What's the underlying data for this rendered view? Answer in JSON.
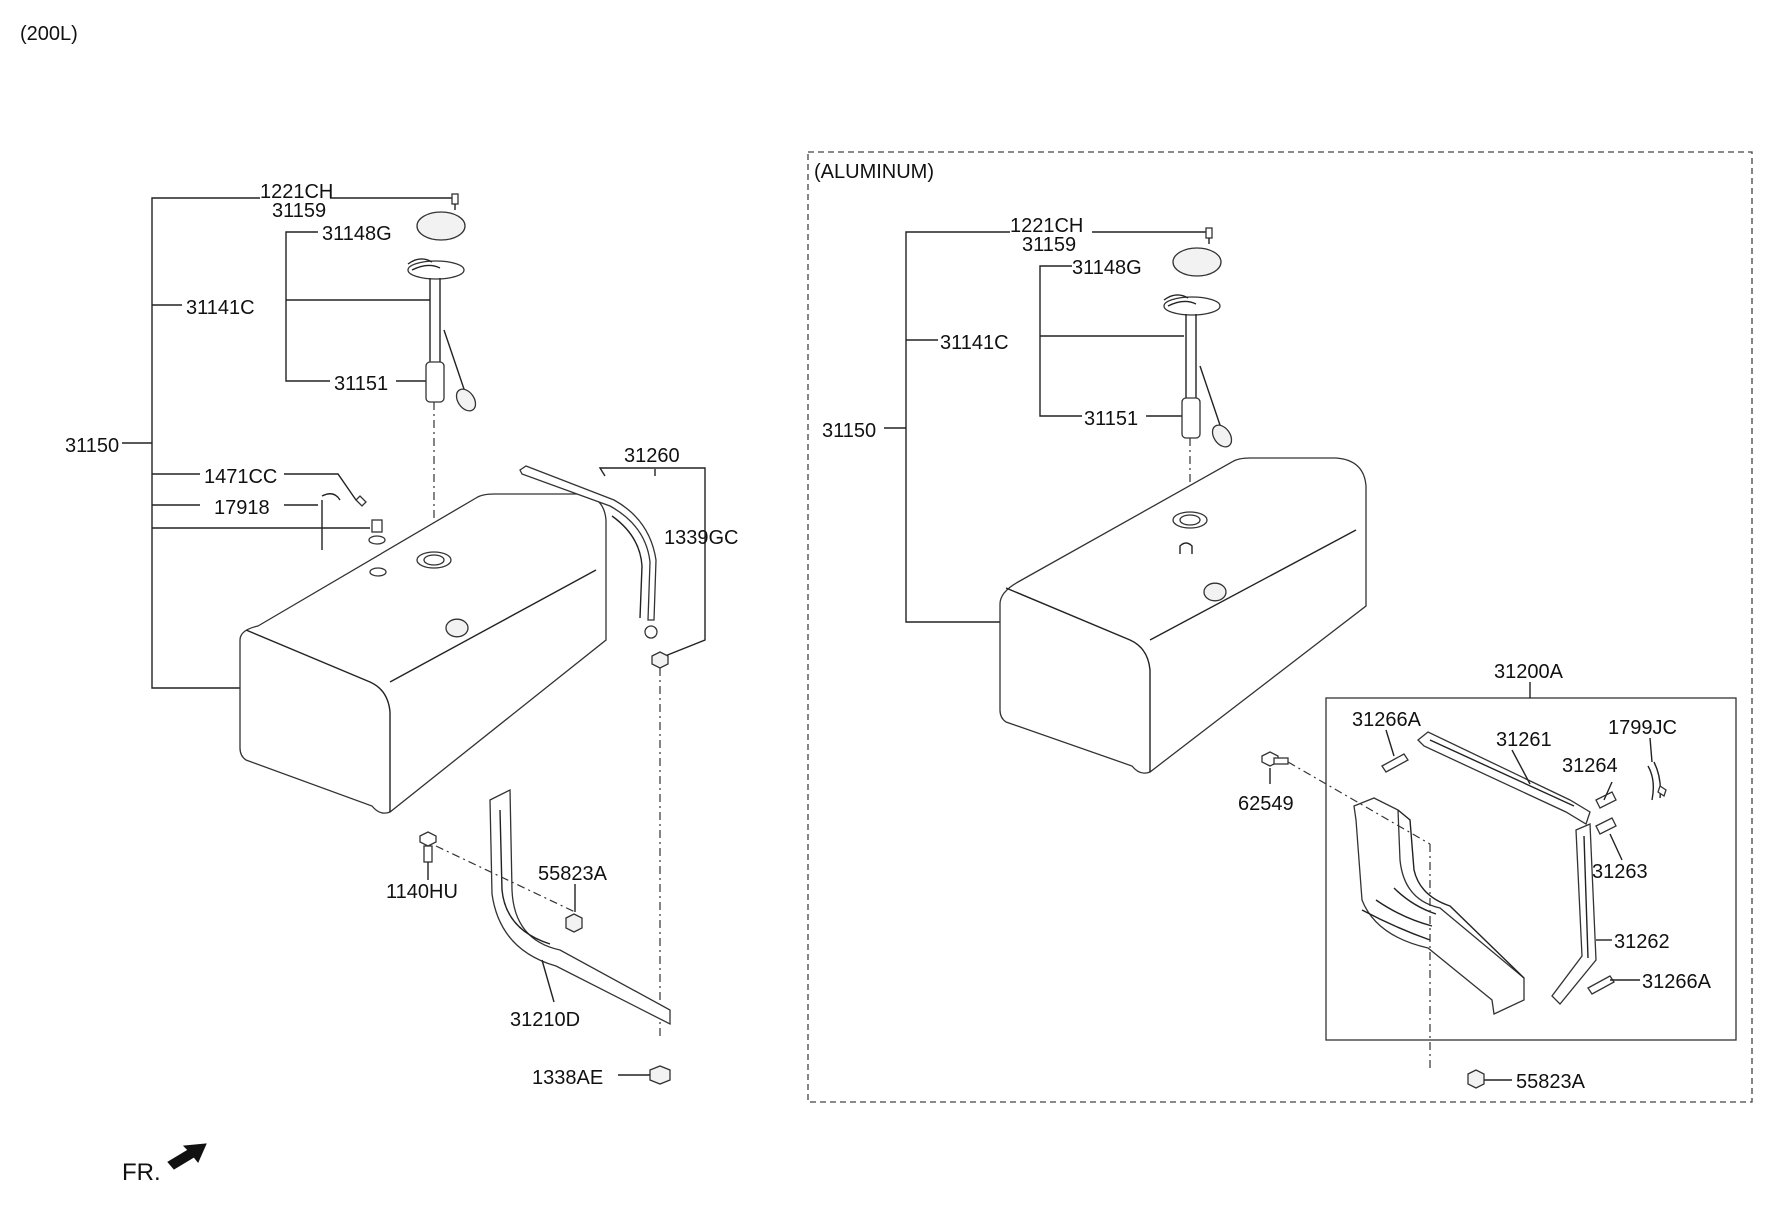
{
  "header": {
    "variant": "(200L)"
  },
  "aluminum_section": {
    "title": "(ALUMINUM)"
  },
  "footer": {
    "front_label": "FR."
  },
  "left_parts": {
    "p1221ch": "1221CH",
    "p31159": "31159",
    "p31148g": "31148G",
    "p31141c": "31141C",
    "p31151": "31151",
    "p31150": "31150",
    "p1471cc": "1471CC",
    "p17918": "17918",
    "p31260": "31260",
    "p1339gc": "1339GC",
    "p1140hu": "1140HU",
    "p55823a": "55823A",
    "p31210d": "31210D",
    "p1338ae": "1338AE"
  },
  "right_parts": {
    "p1221ch": "1221CH",
    "p31159": "31159",
    "p31148g": "31148G",
    "p31141c": "31141C",
    "p31151": "31151",
    "p31150": "31150",
    "p31200a": "31200A",
    "p31266a_top": "31266A",
    "p31261": "31261",
    "p1799jc": "1799JC",
    "p31264": "31264",
    "p62549": "62549",
    "p31263": "31263",
    "p31262": "31262",
    "p31266a_bottom": "31266A",
    "p55823a": "55823A"
  }
}
